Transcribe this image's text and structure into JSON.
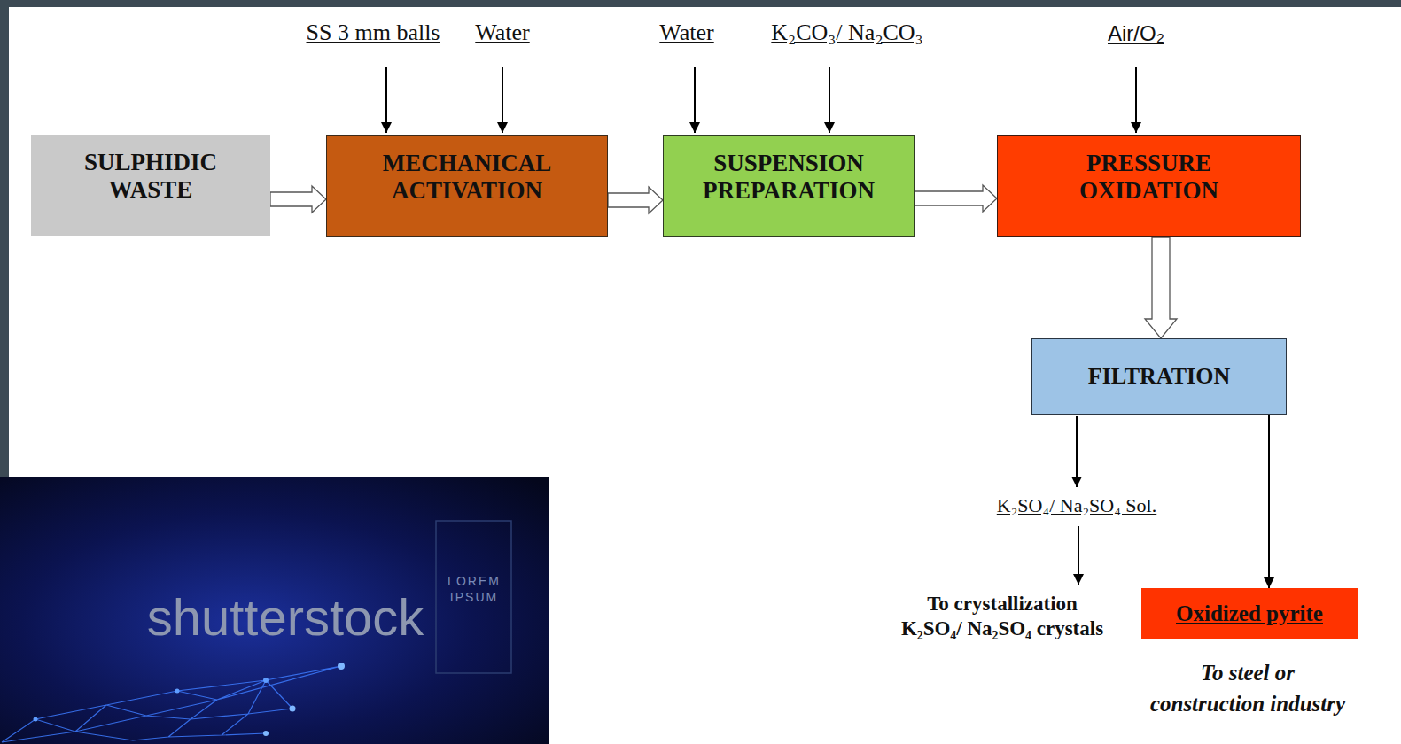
{
  "diagram": {
    "nodes": [
      {
        "text": [
          "SULPHIDIC WASTE"
        ]
      },
      {
        "text": [
          "MECHANICAL ACTIVATION"
        ]
      },
      {
        "text": [
          "SUSPENSION PREPARATION"
        ]
      },
      {
        "text": [
          "PRESSURE OXIDATION"
        ]
      },
      {
        "text": [
          "FILTRATION"
        ]
      },
      {
        "text": [
          "Oxidized pyrite"
        ]
      }
    ],
    "edges": [
      {
        "from": 0,
        "to": 1,
        "arrow": "to"
      },
      {
        "from": 1,
        "to": 2,
        "arrow": "to"
      },
      {
        "from": 2,
        "to": 3,
        "arrow": "to"
      },
      {
        "from": 3,
        "to": 4,
        "arrow": "to"
      },
      {
        "from": 4,
        "to": 5,
        "arrow": "to"
      }
    ],
    "labels": [
      "SS 3 mm balls",
      "Water",
      "Water",
      "K₂CO₃/ Na₂CO₃",
      "Air/O₂",
      "K₂SO₄/ Na₂SO₄ Sol.",
      "To crystallization K₂SO₄/ Na₂SO₄ crystals",
      "To steel or construction industry",
      "shutterstock",
      "LOREM IPSUM"
    ]
  }
}
